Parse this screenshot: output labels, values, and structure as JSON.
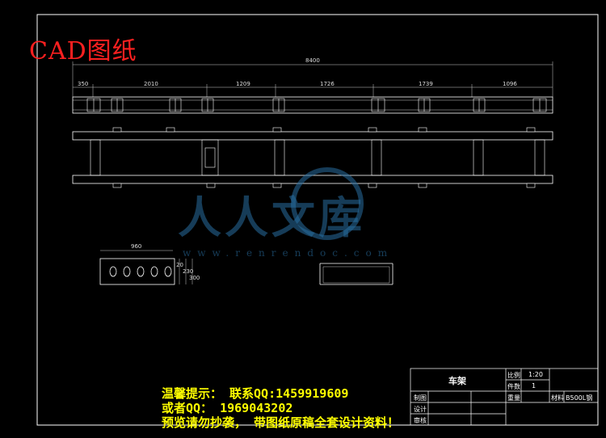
{
  "header": {
    "title": "CAD图纸"
  },
  "drawing": {
    "overall_dim": "8400",
    "segment_dims": [
      "350",
      "2010",
      "1209",
      "1726",
      "1739",
      "1096"
    ],
    "section_width": "960",
    "section_heights": [
      "20",
      "230",
      "300"
    ]
  },
  "watermark": {
    "text": "人人文库",
    "url": "www.renrendoc.com"
  },
  "notice": {
    "line1": "温馨提示： 联系QQ:1459919609",
    "line2": "或者QQ： 1969043202",
    "line3": "预览请勿抄袭， 带图纸原稿全套设计资料！"
  },
  "title_block": {
    "part_name": "车架",
    "ratio_label": "比例",
    "ratio_value": "1:20",
    "count_label": "件数",
    "count_value": "1",
    "weight_label": "重量",
    "material_label": "材料",
    "material_value": "B500L钢",
    "drawn_label": "制图",
    "design_label": "设计",
    "check_label": "审核"
  }
}
